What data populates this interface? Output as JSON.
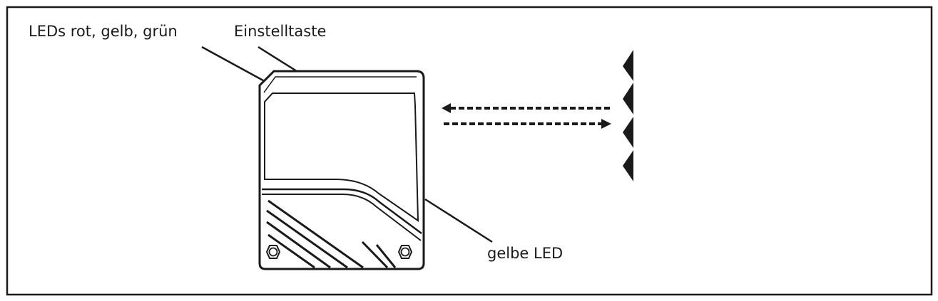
{
  "labels": {
    "leds": "LEDs rot, gelb, grün",
    "setting_button": "Einstelltaste",
    "yellow_led": "gelbe LED"
  },
  "colors": {
    "line": "#1a1a1a",
    "background": "#ffffff"
  },
  "icons": {
    "sensor": "photoelectric-sensor-icon",
    "reflector": "reflector-icon",
    "emitted_beam": "arrow-right-icon",
    "reflected_beam": "arrow-left-icon"
  }
}
